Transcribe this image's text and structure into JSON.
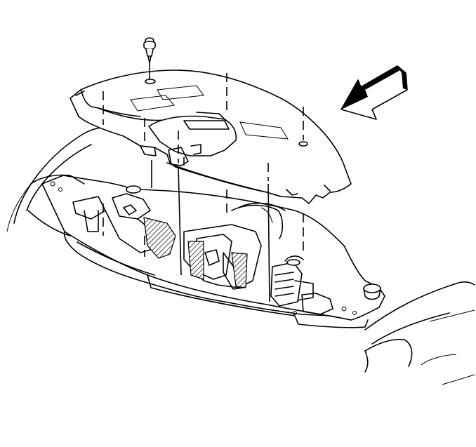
{
  "diagram": {
    "kind": "exploded-view line drawing",
    "colors": {
      "line": "#000000",
      "background": "#ffffff"
    },
    "parts": [
      {
        "id": "push-pin-retainer",
        "icon": "push-pin-icon"
      },
      {
        "id": "upper-air-baffle-panel"
      },
      {
        "id": "radiator-support"
      },
      {
        "id": "grille-mesh"
      },
      {
        "id": "direction-arrow",
        "icon": "direction-arrow-icon"
      }
    ],
    "fastener_count": 8
  }
}
